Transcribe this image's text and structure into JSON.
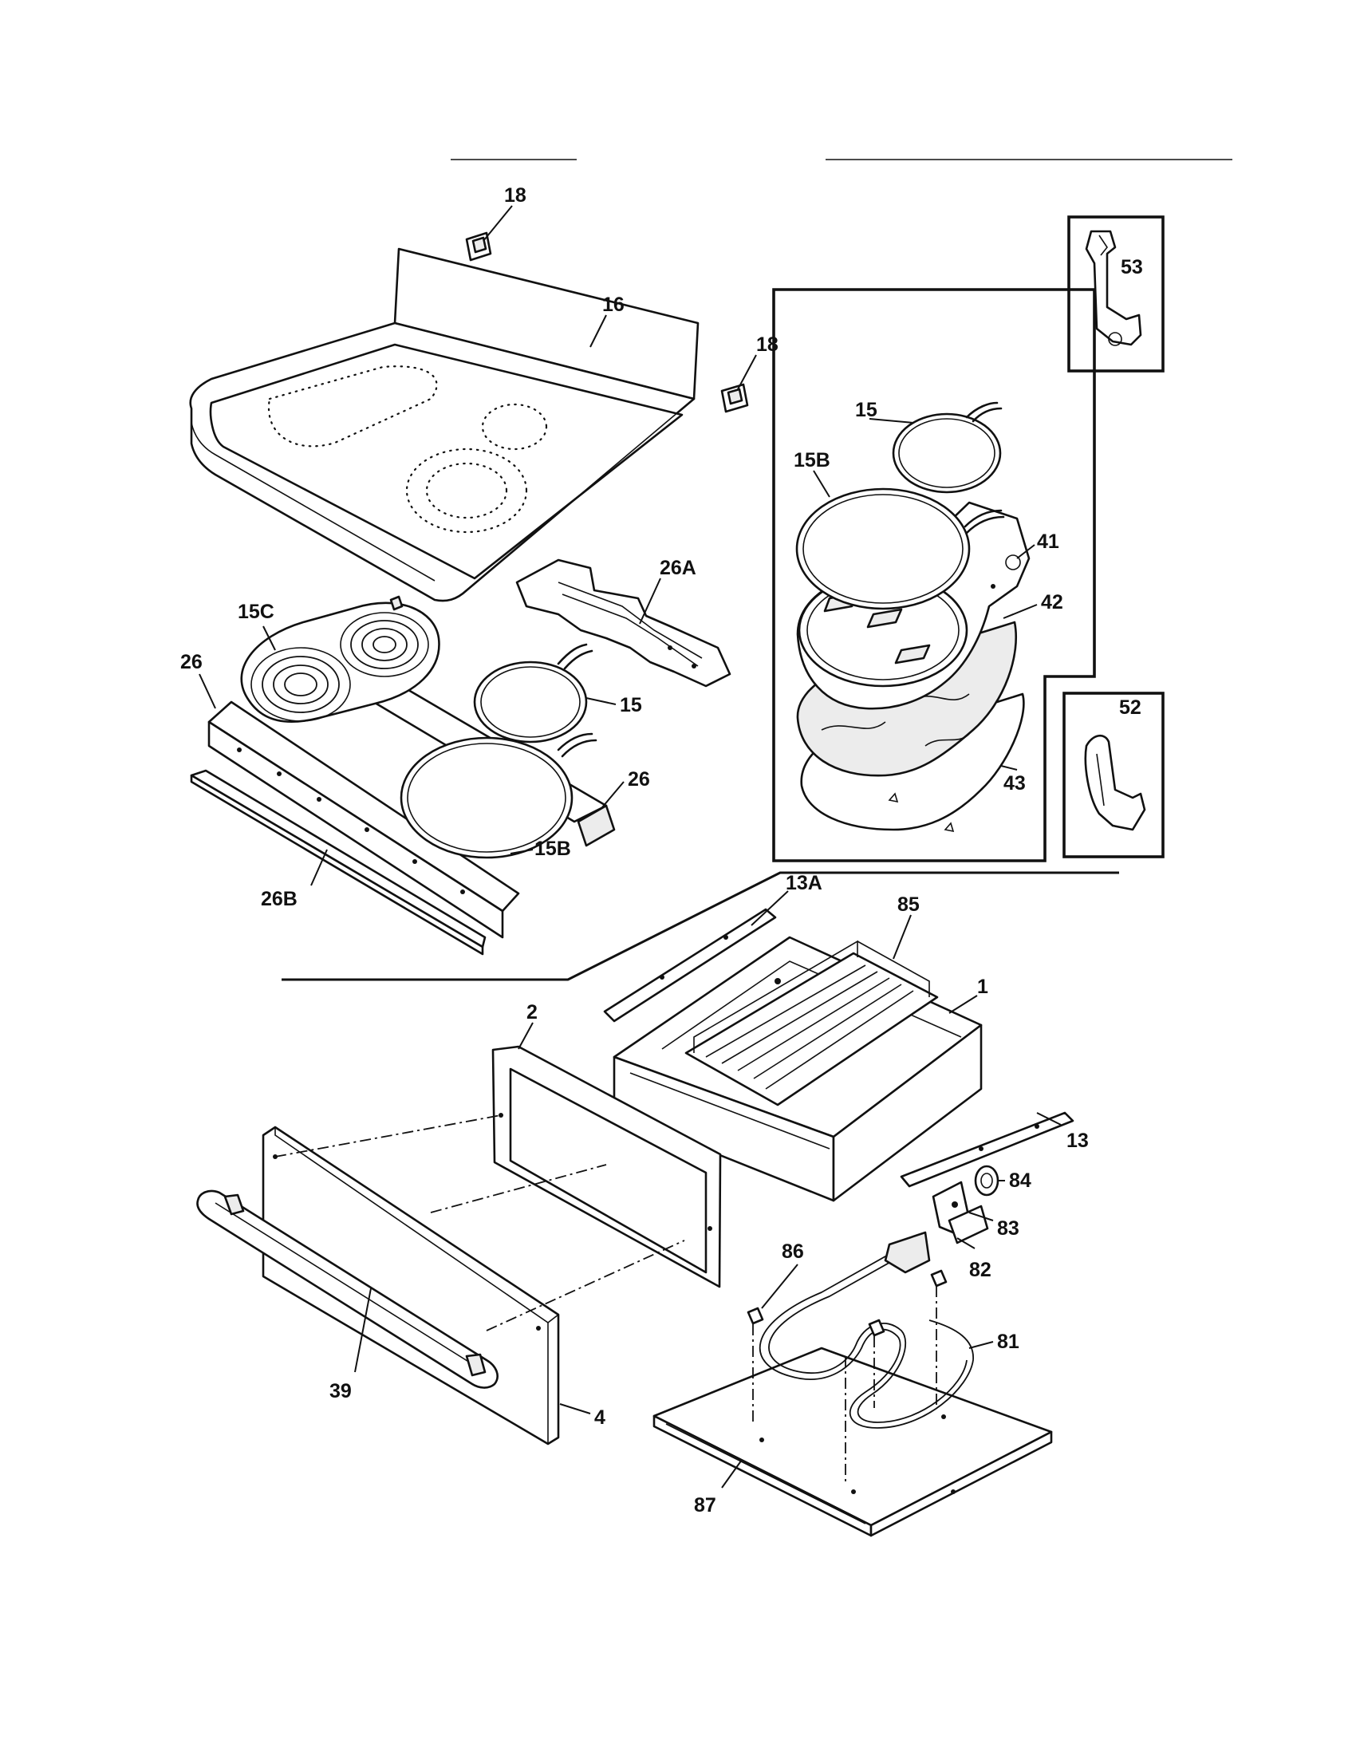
{
  "callouts": {
    "c18a": "18",
    "c16": "16",
    "c18b": "18",
    "c53": "53",
    "c15_inset": "15",
    "c15b_inset": "15B",
    "c41": "41",
    "c42": "42",
    "c43": "43",
    "c52": "52",
    "c26a": "26A",
    "c15c": "15C",
    "c26_left": "26",
    "c15": "15",
    "c26_right": "26",
    "c15b": "15B",
    "c26b": "26B",
    "c13a": "13A",
    "c85": "85",
    "c1": "1",
    "c2": "2",
    "c13": "13",
    "c84": "84",
    "c83": "83",
    "c82": "82",
    "c86": "86",
    "c81": "81",
    "c39": "39",
    "c4": "4",
    "c87": "87"
  }
}
